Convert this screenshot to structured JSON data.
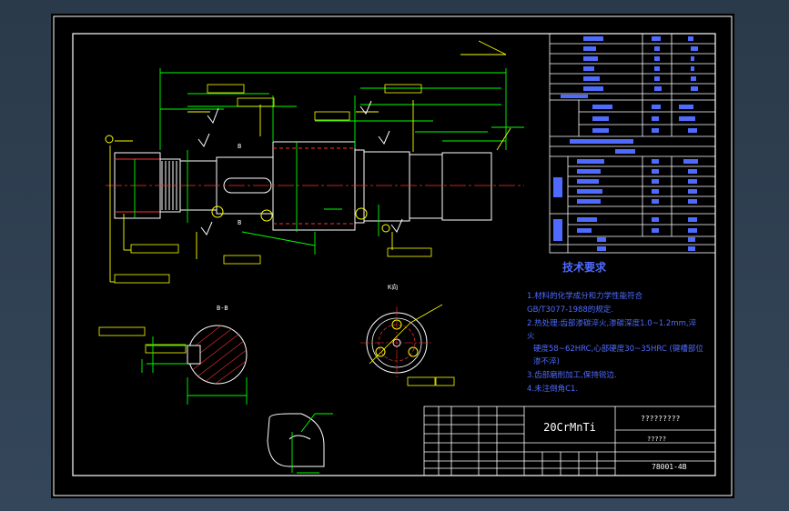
{
  "drawing": {
    "material": "20CrMnTi",
    "title_placeholder": "?????????",
    "subtitle_placeholder": "?????",
    "drawing_number": "78001-4B",
    "tech_req_title": "技术要求",
    "tech_requirements": [
      "1.材料的化学成分和力学性能符合",
      "GB/T3077-1988的规定.",
      "2.热处理:齿部渗碳淬火,渗碳深度1.0~1.2mm,淬",
      "火",
      "硬度58~62HRC,心部硬度30~35HRC (键槽部位",
      "渗不淬)",
      "3.齿部磨削加工,保持锐边.",
      "4.未注倒角C1."
    ],
    "view_labels": {
      "section": "B-B",
      "view_k": "K向",
      "cut_b": "B"
    },
    "colors": {
      "background": "#000000",
      "outline": "#ffffff",
      "dimension": "#00ff00",
      "annotation": "#ffff00",
      "hatch": "#ff0000",
      "centerline": "#ff3030",
      "text": "#4f6bff",
      "table": "#ffffff"
    }
  }
}
